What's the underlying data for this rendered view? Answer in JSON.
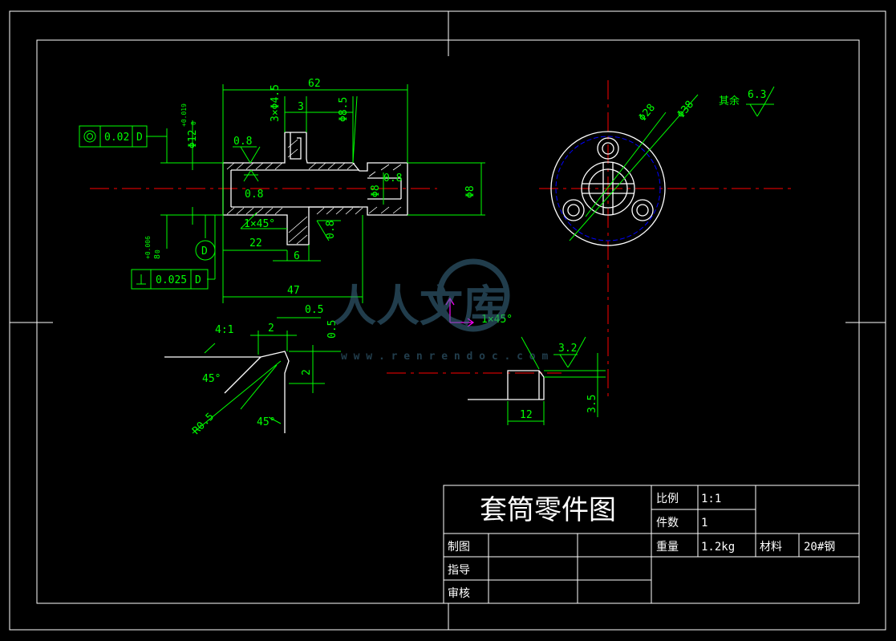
{
  "title_block": {
    "title": "套筒零件图",
    "scale_label": "比例",
    "scale_value": "1:1",
    "count_label": "件数",
    "count_value": "1",
    "drawn_label": "制图",
    "guide_label": "指导",
    "review_label": "审核",
    "weight_label": "重量",
    "weight_value": "1.2kg",
    "material_label": "材料",
    "material_value": "20#钢"
  },
  "front_view": {
    "dim_62": "62",
    "dim_3x45": "3×Φ4.5",
    "dim_3": "3",
    "dim_phi85": "Φ8.5",
    "dim_phi12": "Φ12",
    "tol_phi12_upper": "+0.019",
    "tol_phi12_lower": "0",
    "rough_08_a": "0.8",
    "rough_08_b": "0.8",
    "rough_08_c": "0.8",
    "rough_08_d": "0.8",
    "dim_phi8_inner": "Φ8",
    "dim_phi8_right": "Φ8",
    "chamfer": "1×45°",
    "dim_22": "22",
    "dim_6": "6",
    "dim_47": "47",
    "tol_phi8_upper": "+0.006",
    "tol_phi8_mid": "8",
    "tol_phi8_lower": "0",
    "datum_d": "D",
    "gtol_concentric_value": "0.02",
    "gtol_concentric_datum": "D",
    "gtol_perp_value": "0.025",
    "gtol_perp_datum": "D"
  },
  "side_view": {
    "dim_phi28": "Φ28",
    "dim_phi38": "Φ38",
    "rest_label": "其余",
    "rest_rough": "6.3"
  },
  "detail_left": {
    "scale": "4:1",
    "dim_2_top": "2",
    "dim_05_top": "0.5",
    "dim_05_right": "0.5",
    "dim_2_right": "2",
    "angle_a": "45°",
    "angle_b": "45°",
    "radius": "R0.5"
  },
  "detail_right": {
    "chamfer": "1×45°",
    "rough": "3.2",
    "dim_12": "12",
    "dim_35": "3.5"
  },
  "watermark": {
    "brand": "人人文库",
    "url": "w w w . r e n r e n d o c . c o m"
  },
  "colors": {
    "background": "#000000",
    "outline": "#ffffff",
    "dimension": "#00ff00",
    "centerline": "#ff0000",
    "hidden": "#0000ff",
    "ucs": "#ff00ff"
  }
}
